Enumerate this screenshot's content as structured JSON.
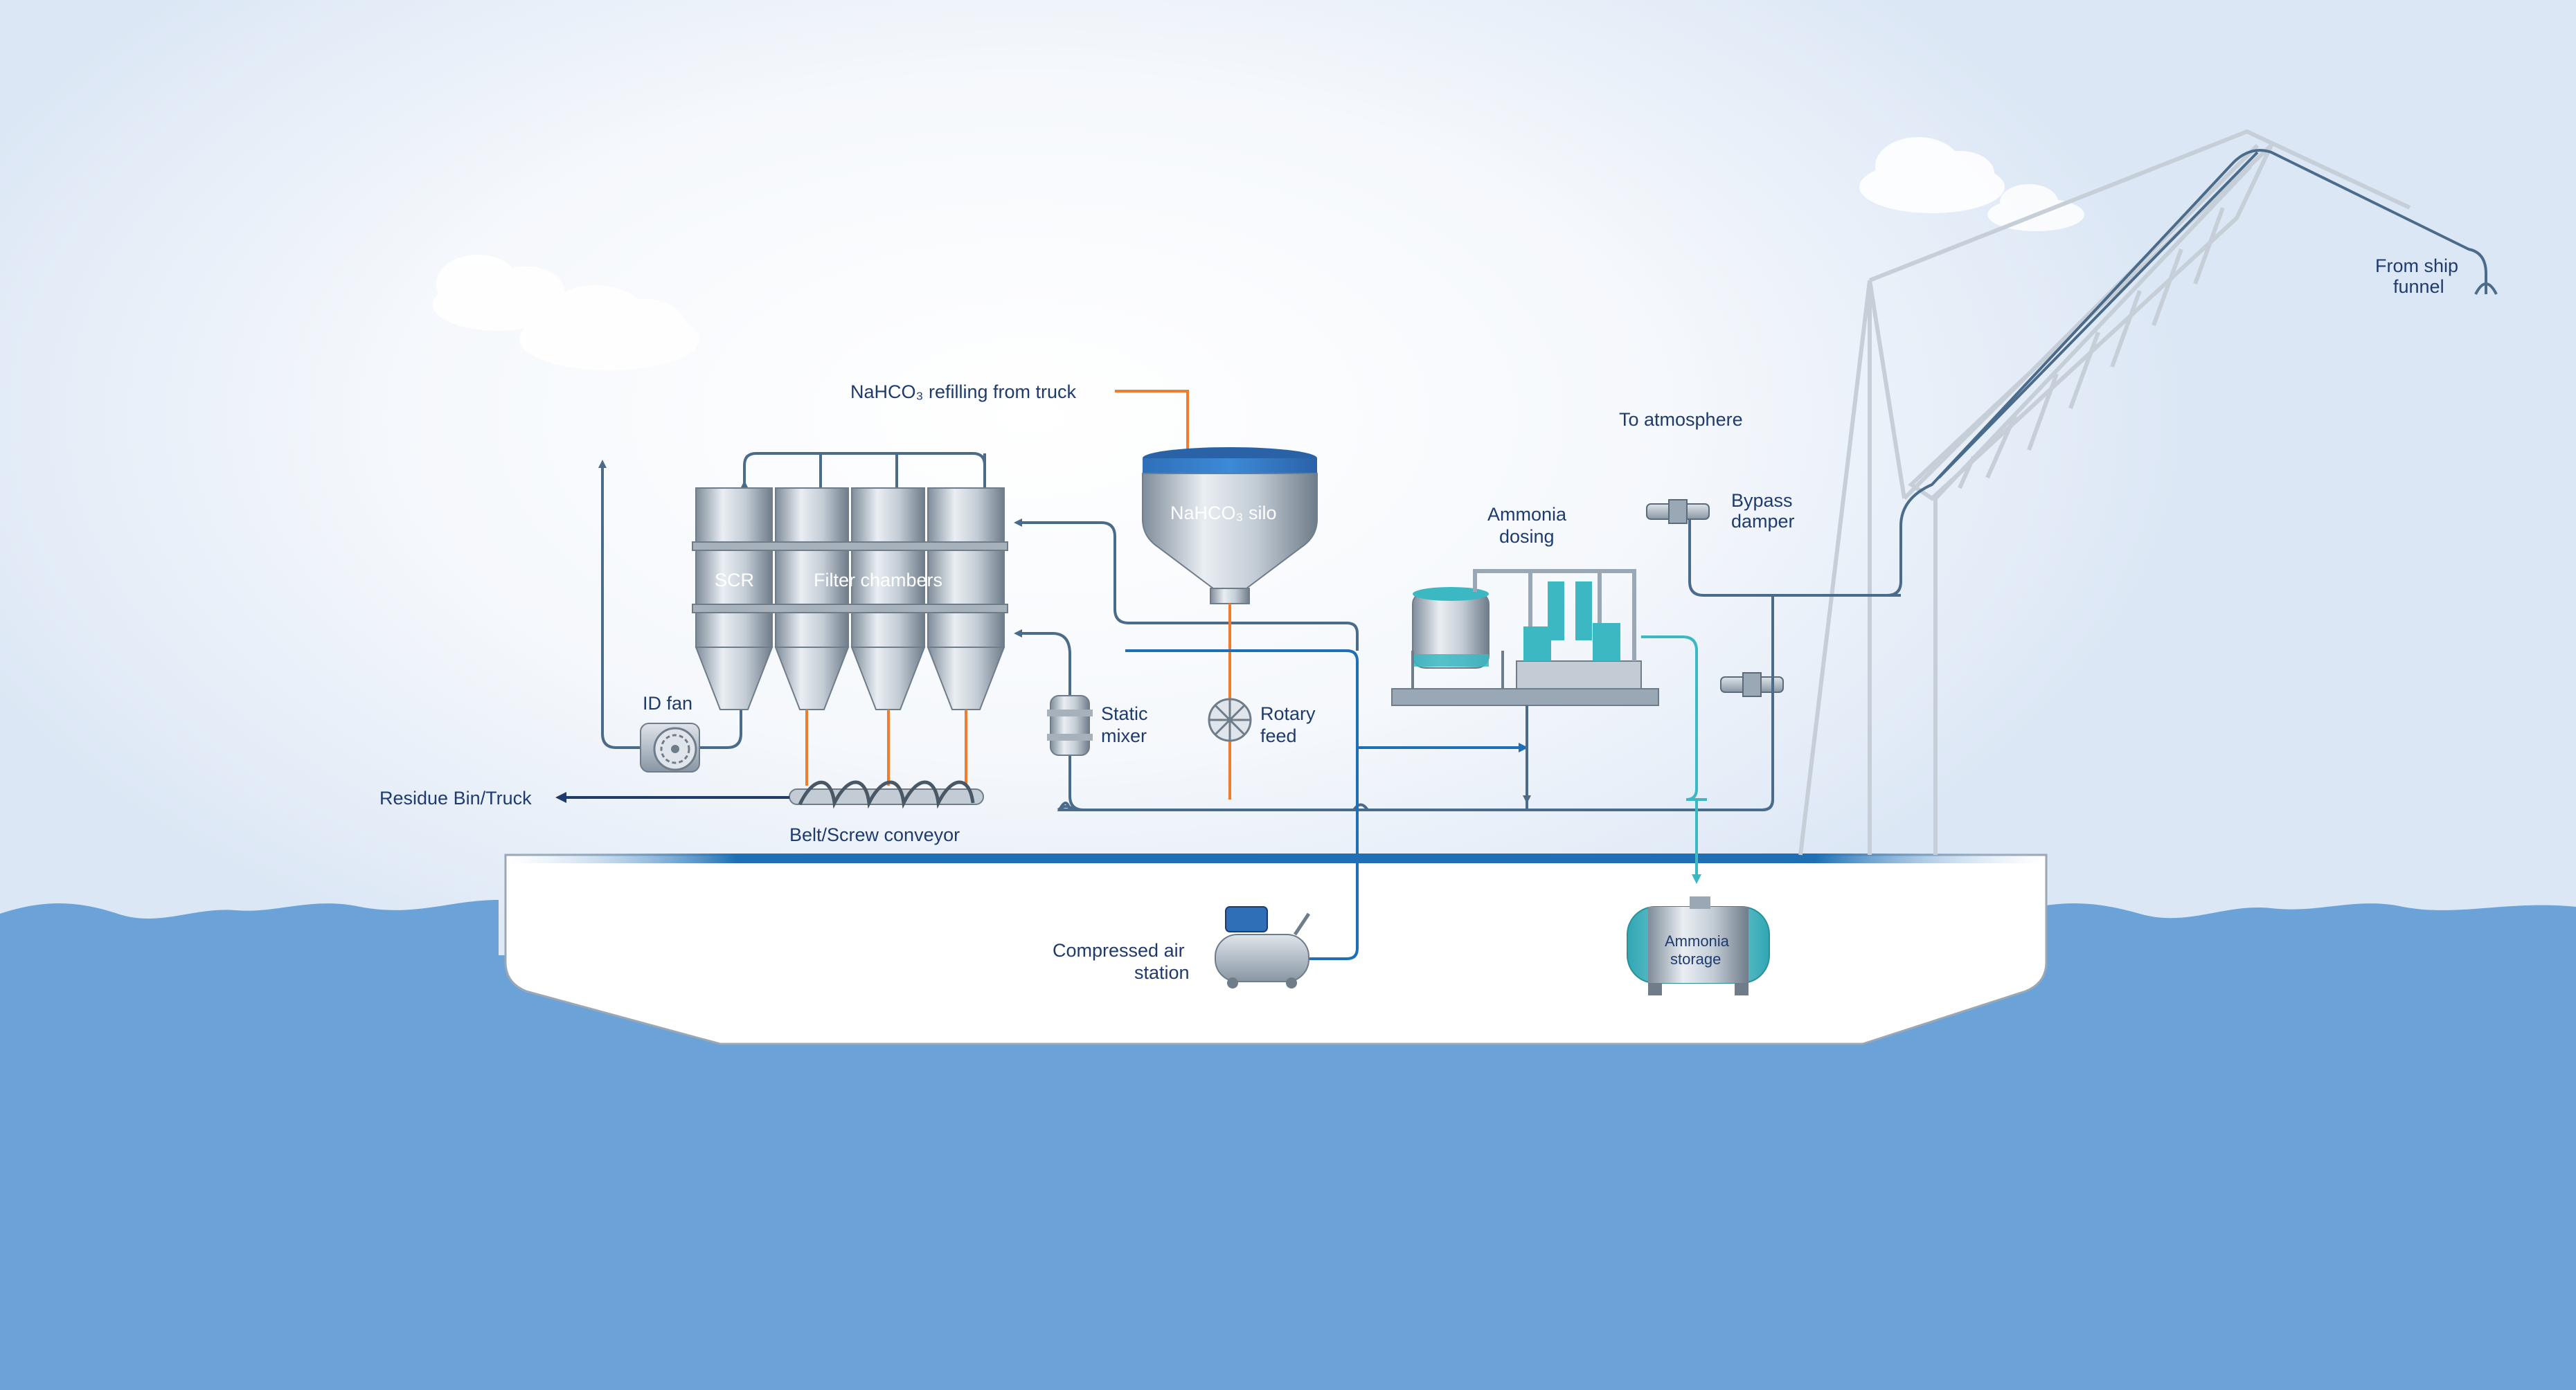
{
  "diagram": {
    "labels": {
      "nahco3_refill": "NaHCO₃ refilling from truck",
      "silo": "NaHCO₃ silo",
      "scr": "SCR",
      "filter_chambers": "Filter chambers",
      "id_fan": "ID fan",
      "residue": "Residue Bin/Truck",
      "conveyor": "Belt/Screw conveyor",
      "static_mixer_1": "Static",
      "static_mixer_2": "mixer",
      "rotary_feed_1": "Rotary",
      "rotary_feed_2": "feed",
      "ammonia_dosing_1": "Ammonia",
      "ammonia_dosing_2": "dosing",
      "to_atmosphere": "To atmosphere",
      "bypass_1": "Bypass",
      "bypass_2": "damper",
      "from_ship_1": "From ship",
      "from_ship_2": "funnel",
      "compressed_air_1": "Compressed air",
      "compressed_air_2": "station",
      "ammonia_storage_1": "Ammonia",
      "ammonia_storage_2": "storage"
    },
    "colors": {
      "sky": "#e3ecf7",
      "sea": "#6ba3d9",
      "hull": "#ffffff",
      "pipe_gas": "#4a6b8a",
      "pipe_air": "#1e6fb5",
      "pipe_ammonia": "#3bb8c2",
      "pipe_sorbent": "#f07d2a",
      "text": "#1f3b6e"
    }
  }
}
